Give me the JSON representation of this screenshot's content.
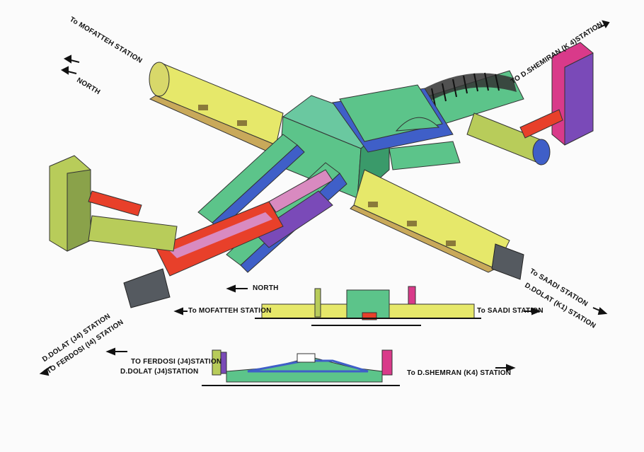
{
  "labels": {
    "to_mofatteh_top": "To MOFATTEH STATION",
    "north_top": "NORTH",
    "to_d_shemiran_top": "TO D.SHEMIRAN (K 4)STATION",
    "to_saadi_right": "To SAADI STATION",
    "d_dolat_k1_right": "D.DOLAT (K1) STATION",
    "d_dolat_j4_left": "D.DOLAT (J4) STATION",
    "to_ferdosi_left": "TO FERDOSI (I4) STATION",
    "north_mid": "NORTH",
    "to_mofatteh_mid": "To MOFATTEH STATION",
    "to_saadi_mid": "To SAADI STATION",
    "to_ferdosi_bottom": "TO FERDOSI (J4)STATION",
    "d_dolat_j4_bottom": "D.DOLAT (J4)STATION",
    "to_d_shemran_bottom": "To D.SHEMRAN (K4) STATION"
  },
  "colors": {
    "yellow": "#e6e86a",
    "yellow_dark": "#c9a95a",
    "green": "#5cc48a",
    "green_dark": "#3a9a6a",
    "blue": "#3f5fc8",
    "magenta": "#d93a8a",
    "purple": "#7a4ab8",
    "red": "#e8402a",
    "olive": "#b8cc5a",
    "gray": "#555a60"
  }
}
